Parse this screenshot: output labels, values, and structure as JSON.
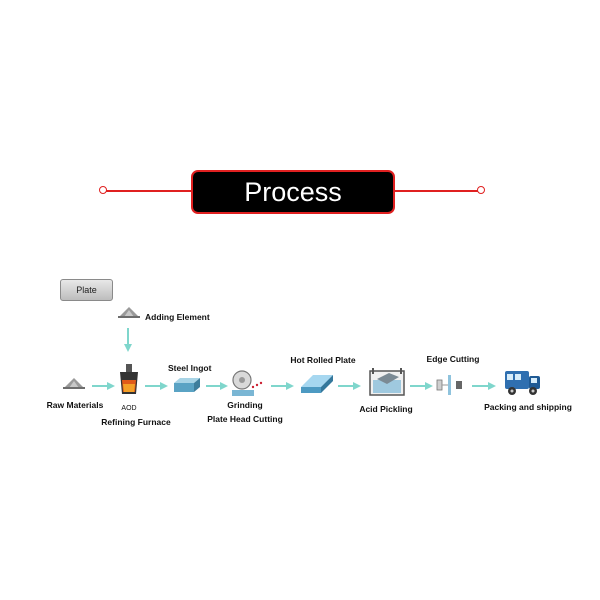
{
  "banner": {
    "title": "Process"
  },
  "badge": {
    "label": "Plate"
  },
  "colors": {
    "accent": "#e02020",
    "arrow": "#7fd6cc"
  },
  "steps": {
    "adding_element": "Adding Element",
    "raw_materials": "Raw Materials",
    "aod": "AOD",
    "refining_furnace": "Refining Furnace",
    "steel_ingot": "Steel Ingot",
    "grinding": "Grinding",
    "plate_head_cutting": "Plate Head Cutting",
    "hot_rolled_plate": "Hot Rolled Plate",
    "acid_pickling": "Acid Pickling",
    "edge_cutting": "Edge Cutting",
    "packing_shipping": "Packing and shipping"
  }
}
